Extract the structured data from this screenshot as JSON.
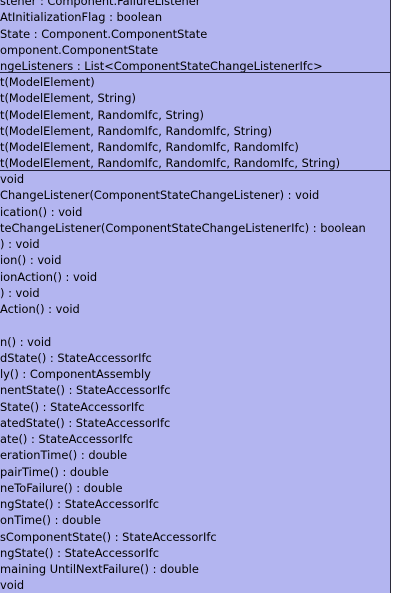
{
  "diagram": {
    "type": "uml-class-box",
    "background": "#b3b5f0",
    "attributes": [
      "stener : Component.FailureListener",
      "AtInitializationFlag : boolean",
      "State : Component.ComponentState",
      "omponent.ComponentState",
      "ngeListeners : List<ComponentStateChangeListenerIfc>"
    ],
    "constructors": [
      "t(ModelElement)",
      "t(ModelElement, String)",
      "t(ModelElement, RandomIfc, String)",
      "t(ModelElement, RandomIfc, RandomIfc, String)",
      "t(ModelElement, RandomIfc, RandomIfc, RandomIfc)",
      "t(ModelElement, RandomIfc, RandomIfc, RandomIfc, String)"
    ],
    "methods": [
      "void",
      "ChangeListener(ComponentStateChangeListener) : void",
      "ication() : void",
      "teChangeListener(ComponentStateChangeListenerIfc) : boolean",
      ") : void",
      "ion() : void",
      "ionAction() : void",
      ") : void",
      "Action() : void",
      "",
      "n() : void",
      "dState() : StateAccessorIfc",
      "ly() : ComponentAssembly",
      "nentState() : StateAccessorIfc",
      "State() : StateAccessorIfc",
      "atedState() : StateAccessorIfc",
      "ate() : StateAccessorIfc",
      "erationTime() : double",
      "pairTime() : double",
      "neToFailure() : double",
      "ngState() : StateAccessorIfc",
      "onTime() : double",
      "sComponentState() : StateAccessorIfc",
      "ngState() : StateAccessorIfc",
      "maining UntilNextFailure() : double",
      " void"
    ]
  }
}
